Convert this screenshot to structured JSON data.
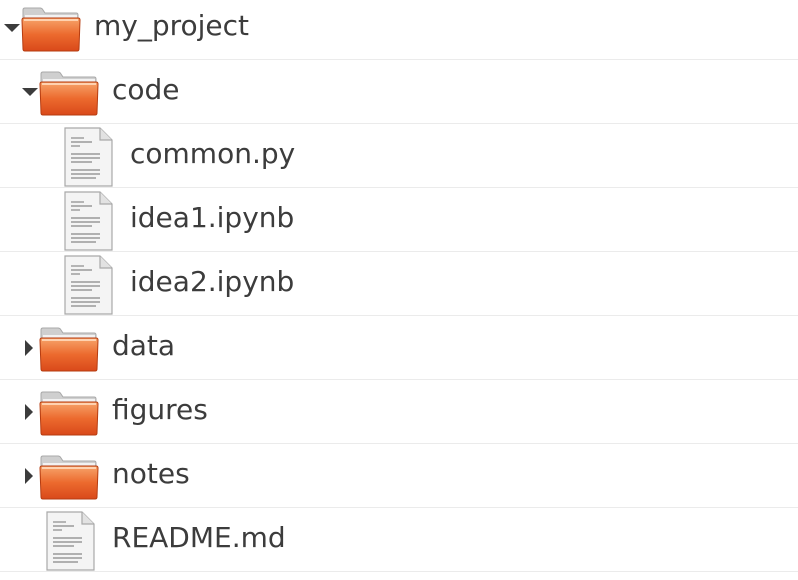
{
  "tree": {
    "root": {
      "name": "my_project",
      "icon": "folder-icon",
      "state": "expanded",
      "children": [
        {
          "name": "code",
          "icon": "folder-icon",
          "state": "expanded",
          "children": [
            {
              "name": "common.py",
              "icon": "text-file-icon"
            },
            {
              "name": "idea1.ipynb",
              "icon": "text-file-icon"
            },
            {
              "name": "idea2.ipynb",
              "icon": "text-file-icon"
            }
          ]
        },
        {
          "name": "data",
          "icon": "folder-icon",
          "state": "collapsed"
        },
        {
          "name": "figures",
          "icon": "folder-icon",
          "state": "collapsed"
        },
        {
          "name": "notes",
          "icon": "folder-icon",
          "state": "collapsed"
        },
        {
          "name": "README.md",
          "icon": "text-file-icon"
        }
      ]
    }
  },
  "colors": {
    "folder_body": "#e8561f",
    "folder_body_light": "#f59a62",
    "folder_tab": "#d9d9d9",
    "text": "#3c3c3c",
    "row_divider": "#ebebeb",
    "expander": "#3c3c3c"
  }
}
